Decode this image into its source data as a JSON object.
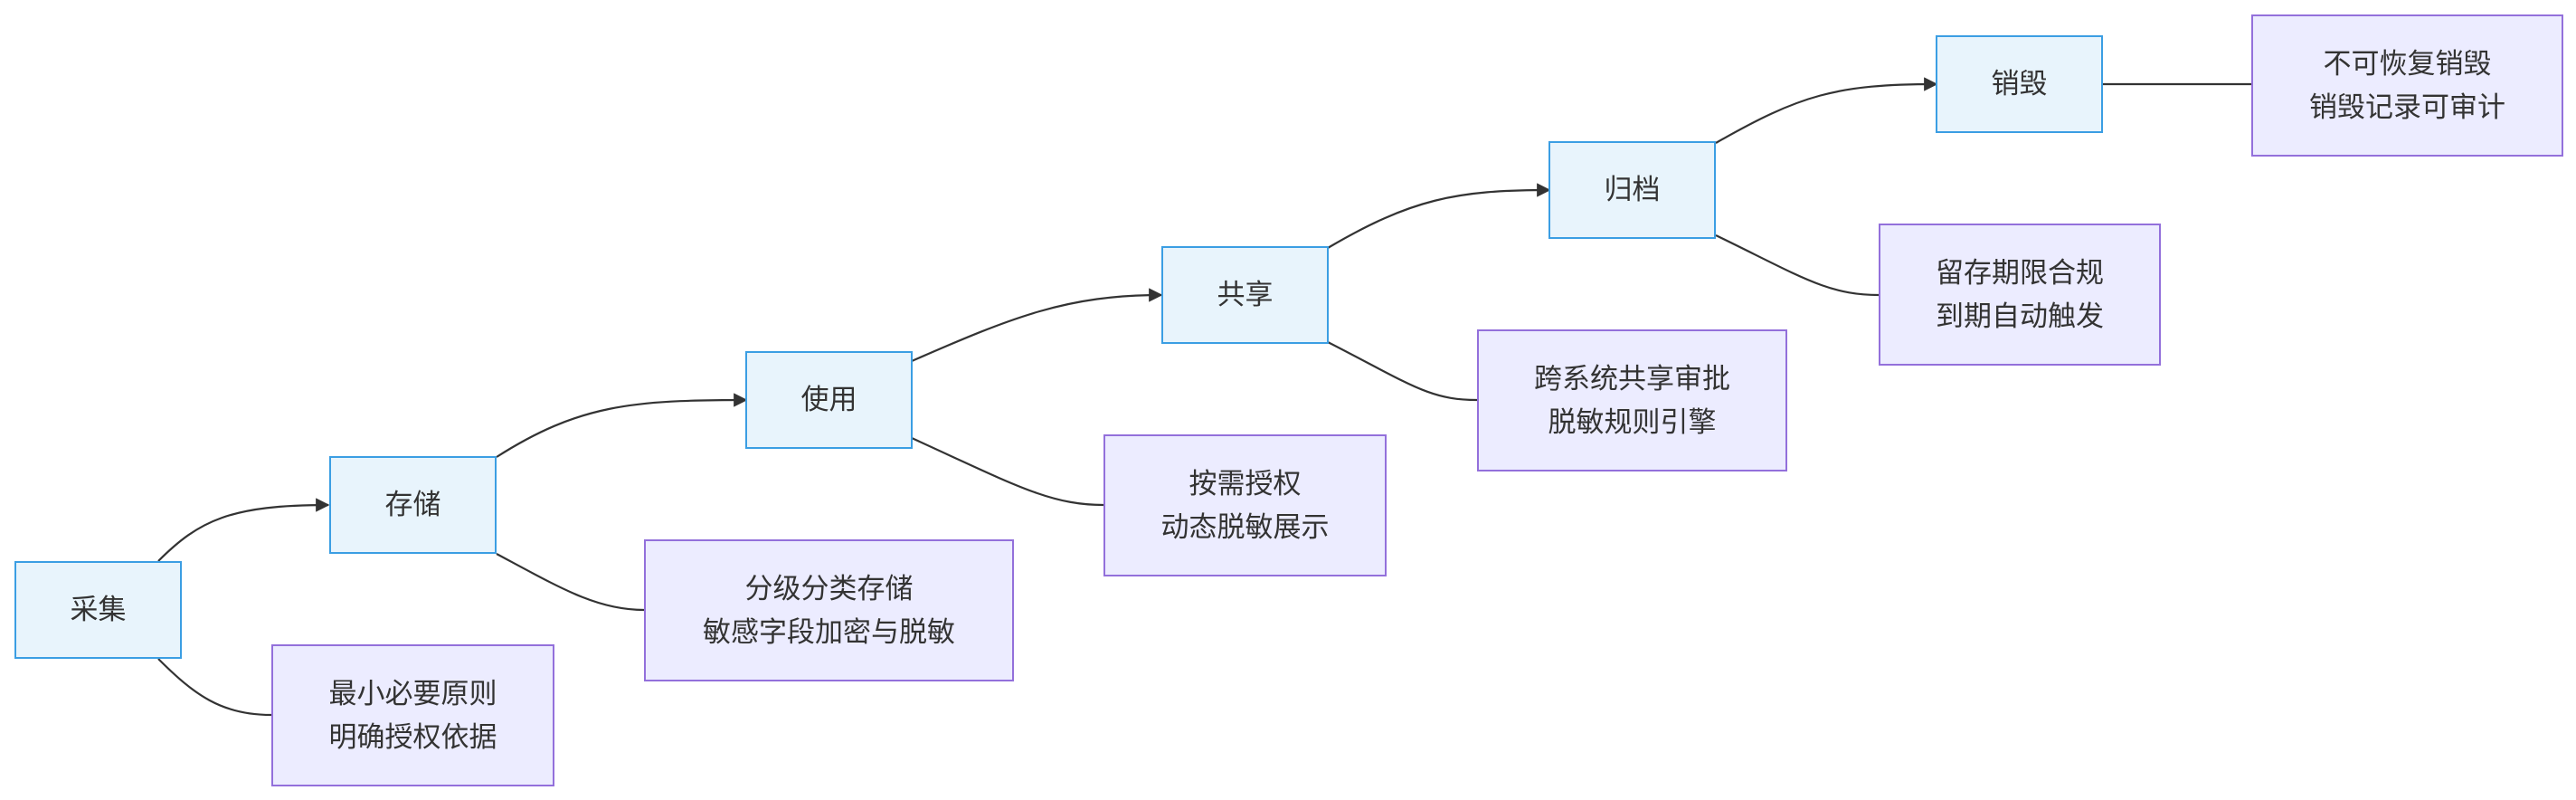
{
  "stages": [
    {
      "id": "collect",
      "label": "采集"
    },
    {
      "id": "store",
      "label": "存储"
    },
    {
      "id": "use",
      "label": "使用"
    },
    {
      "id": "share",
      "label": "共享"
    },
    {
      "id": "archive",
      "label": "归档"
    },
    {
      "id": "destroy",
      "label": "销毁"
    }
  ],
  "notes": [
    {
      "stage": "collect",
      "lines": [
        "最小必要原则",
        "明确授权依据"
      ]
    },
    {
      "stage": "store",
      "lines": [
        "分级分类存储",
        "敏感字段加密与脱敏"
      ]
    },
    {
      "stage": "use",
      "lines": [
        "按需授权",
        "动态脱敏展示"
      ]
    },
    {
      "stage": "share",
      "lines": [
        "跨系统共享审批",
        "脱敏规则引擎"
      ]
    },
    {
      "stage": "archive",
      "lines": [
        "留存期限合规",
        "到期自动触发"
      ]
    },
    {
      "stage": "destroy",
      "lines": [
        "不可恢复销毁",
        "销毁记录可审计"
      ]
    }
  ],
  "colors": {
    "stage_fill": "#e8f4fc",
    "stage_border": "#3b9ee3",
    "note_fill": "#ececff",
    "note_border": "#9370db",
    "edge": "#333333",
    "text": "#333333"
  }
}
